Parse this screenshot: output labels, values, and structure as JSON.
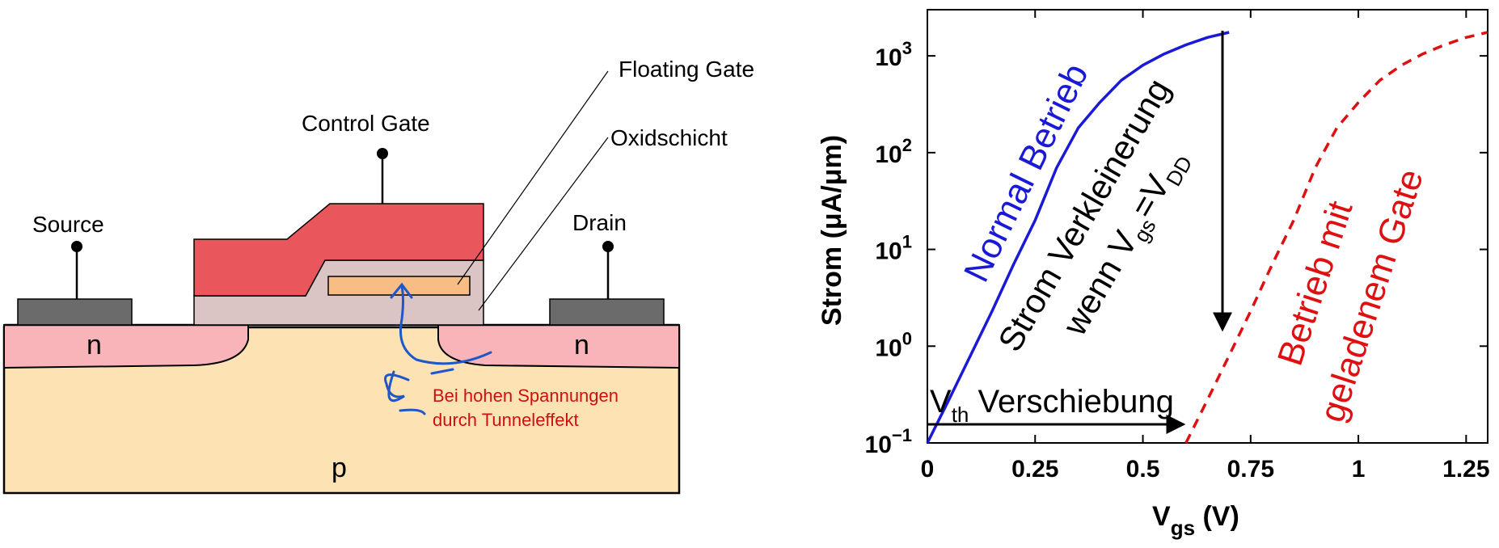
{
  "diagram": {
    "labels": {
      "source": "Source",
      "control_gate": "Control Gate",
      "floating_gate": "Floating Gate",
      "oxide": "Oxidschicht",
      "drain": "Drain",
      "n_left": "n",
      "n_right": "n",
      "p": "p"
    },
    "tunnel_note": {
      "line1": "Bei hohen Spannungen",
      "line2": "durch Tunneleffekt"
    },
    "colors": {
      "substrate": "#fde2b4",
      "n_region": "#f8b4b9",
      "control_gate": "#e9575c",
      "oxide": "#dbc4c4",
      "floating_gate": "#f7bd85",
      "contact": "#6b6b6b",
      "tunnel_arrow": "#1f57c9"
    }
  },
  "chart_data": {
    "type": "line",
    "xlabel": {
      "main": "V",
      "sub": "gs",
      "unit": " (V)"
    },
    "ylabel": "Strom (μA/μm)",
    "xlim": [
      0,
      1.3
    ],
    "ylim": [
      0.1,
      3000
    ],
    "y_scale": "log",
    "x_ticks": [
      "0",
      "0.25",
      "0.5",
      "0.75",
      "1",
      "1.25"
    ],
    "x_tick_values": [
      0,
      0.25,
      0.5,
      0.75,
      1,
      1.25
    ],
    "y_tick_values": [
      0.1,
      1,
      10,
      100,
      1000
    ],
    "y_ticks": [
      {
        "base": "10",
        "exp": "−1"
      },
      {
        "base": "10",
        "exp": "0"
      },
      {
        "base": "10",
        "exp": "1"
      },
      {
        "base": "10",
        "exp": "2"
      },
      {
        "base": "10",
        "exp": "3"
      }
    ],
    "series": [
      {
        "style": "solid",
        "color": "#1a1ad6",
        "x": [
          0,
          0.05,
          0.1,
          0.15,
          0.2,
          0.25,
          0.3,
          0.35,
          0.4,
          0.45,
          0.5,
          0.55,
          0.6,
          0.65,
          0.7
        ],
        "y": [
          0.1,
          0.28,
          0.8,
          2.3,
          7,
          20,
          70,
          180,
          330,
          560,
          800,
          1050,
          1300,
          1550,
          1750
        ]
      },
      {
        "style": "dashed",
        "color": "#dd1111",
        "x": [
          0.6,
          0.65,
          0.7,
          0.75,
          0.8,
          0.85,
          0.9,
          0.95,
          1.0,
          1.05,
          1.1,
          1.15,
          1.2,
          1.25,
          1.3
        ],
        "y": [
          0.1,
          0.28,
          0.8,
          2.3,
          7,
          20,
          70,
          180,
          330,
          560,
          800,
          1050,
          1300,
          1550,
          1750
        ]
      }
    ],
    "annotations": {
      "normal": "Normal Betrieb",
      "reduction_line1": "Strom Verkleinerung",
      "reduction_line2_main": "wenn V",
      "reduction_line2_sub1": "gs",
      "reduction_line2_mid": "=V",
      "reduction_line2_sub2": "DD",
      "charged_line1": "Betrieb mit",
      "charged_line2": "geladenem Gate",
      "shift_main": "V",
      "shift_sub": "th",
      "shift_rest": " Verschiebung"
    },
    "arrow_colors": {
      "annotation": "#000000"
    }
  }
}
